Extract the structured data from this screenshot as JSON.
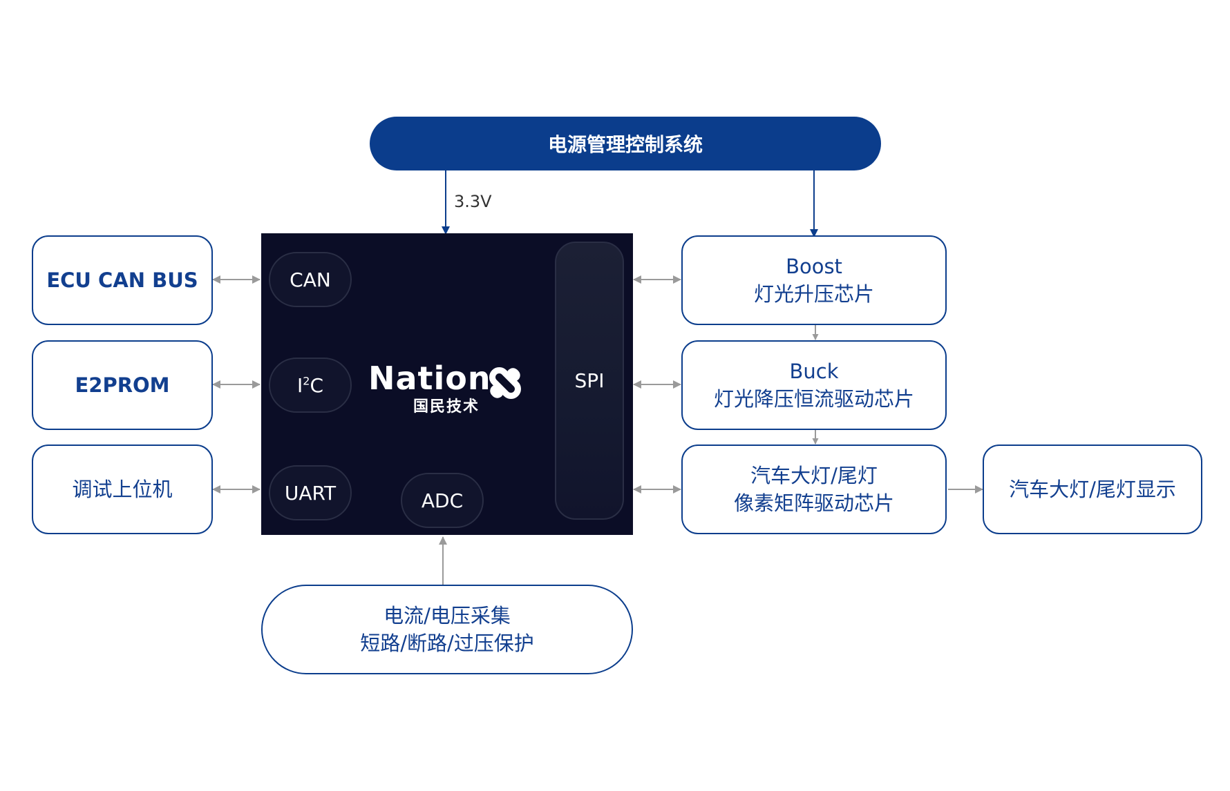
{
  "power": {
    "title": "电源管理控制系统",
    "voltage_label": "3.3V"
  },
  "left": {
    "ecu": "ECU CAN BUS",
    "eeprom": "E2PROM",
    "debug": "调试上位机"
  },
  "mcu": {
    "can": "CAN",
    "i2c_main": "I",
    "i2c_sup": "2",
    "i2c_tail": "C",
    "uart": "UART",
    "adc": "ADC",
    "spi": "SPI",
    "logo_name": "Nation",
    "logo_cn": "国民技术"
  },
  "right": {
    "boost_line1": "Boost",
    "boost_line2": "灯光升压芯片",
    "buck_line1": "Buck",
    "buck_line2": "灯光降压恒流驱动芯片",
    "matrix_line1": "汽车大灯/尾灯",
    "matrix_line2": "像素矩阵驱动芯片",
    "display": "汽车大灯/尾灯显示"
  },
  "sense": {
    "line1": "电流/电压采集",
    "line2": "短路/断路/过压保护"
  },
  "colors": {
    "primary_blue": "#0b3d8c",
    "mcu_dark": "#0b0d26",
    "connector_gray": "#9a9a9a"
  }
}
